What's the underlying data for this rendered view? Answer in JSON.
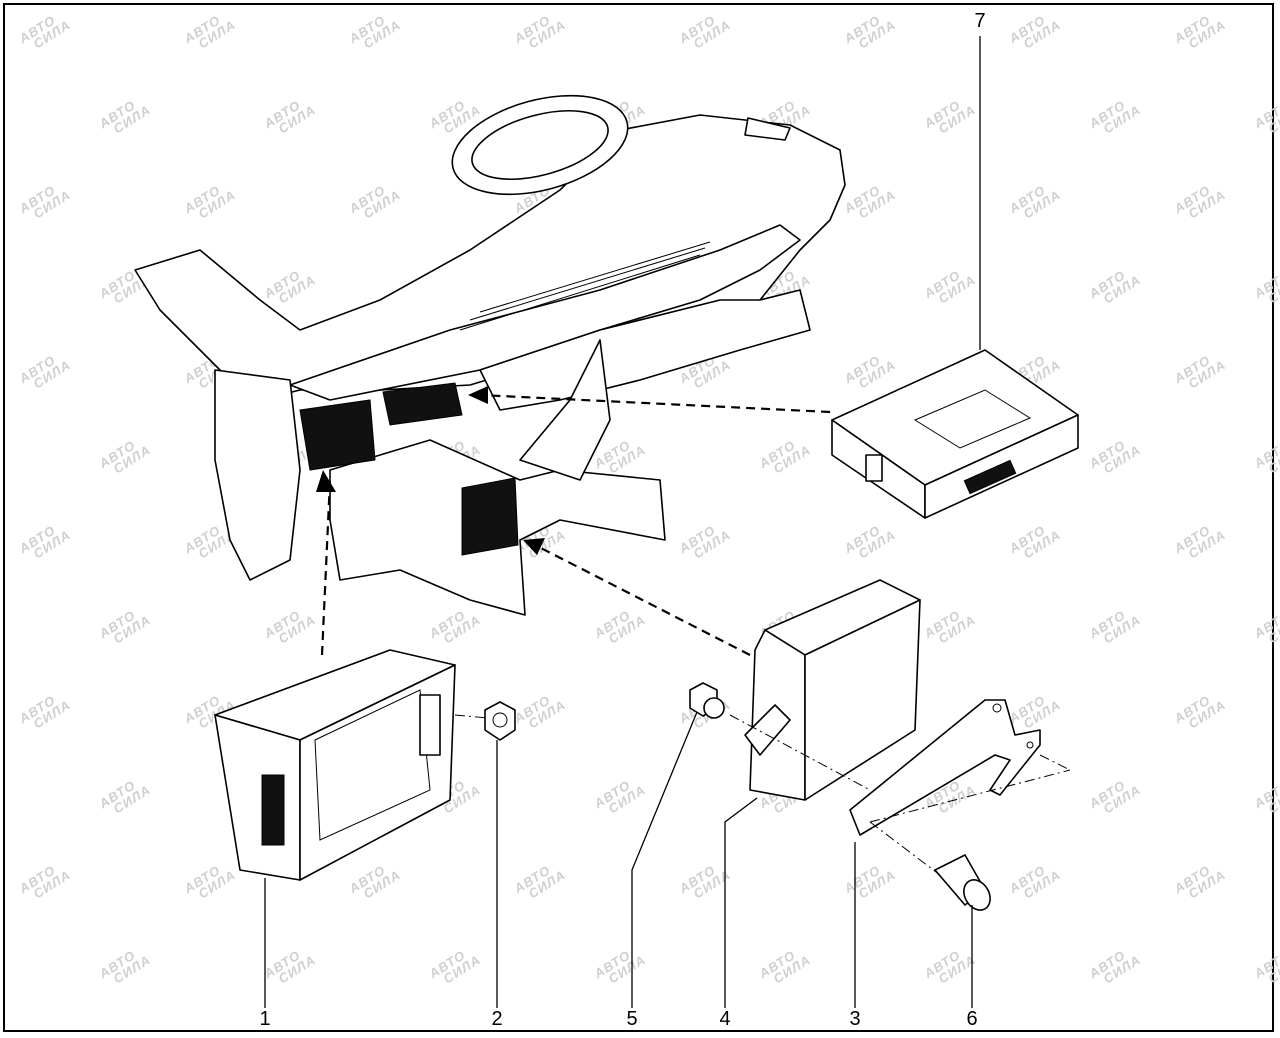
{
  "diagram": {
    "title": "Instrument panel electronic control units exploded view",
    "callouts": [
      "1",
      "2",
      "5",
      "4",
      "3",
      "6",
      "7"
    ],
    "watermark": {
      "line1": "АВТО",
      "line2": "СИЛА"
    }
  }
}
